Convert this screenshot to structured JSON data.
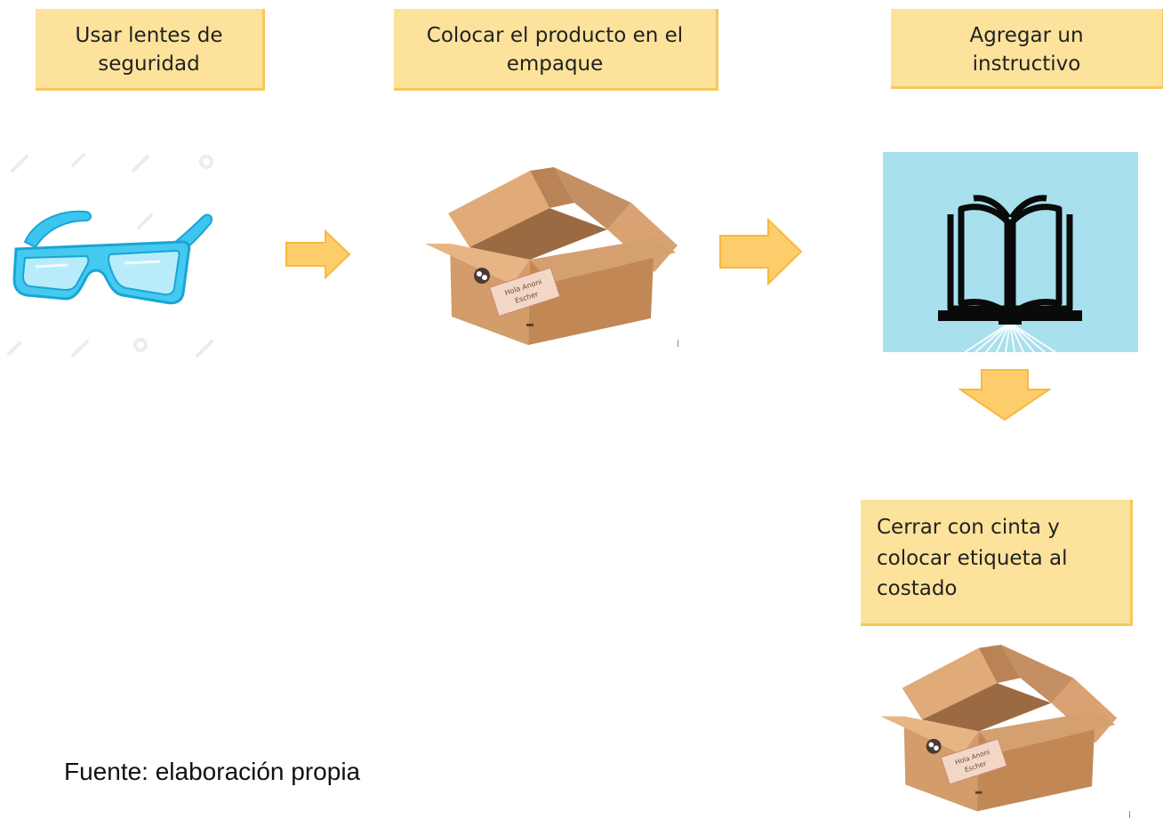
{
  "steps": [
    {
      "label_line1": "Usar lentes de",
      "label_line2": "seguridad",
      "illustration": "safety-glasses"
    },
    {
      "label_line1": "Colocar el producto en el",
      "label_line2": "empaque",
      "illustration": "cardboard-box"
    },
    {
      "label_line1": "Agregar un",
      "label_line2": "instructivo",
      "illustration": "open-book"
    },
    {
      "label_line1": "Cerrar con cinta y",
      "label_line2": "colocar etiqueta al",
      "label_line3": "costado",
      "illustration": "cardboard-box"
    }
  ],
  "box_label": {
    "line1": "Hola Anoni",
    "line2": "Escher"
  },
  "caption": "Fuente: elaboración propia",
  "colors": {
    "step_fill": "#fde29b",
    "step_border": "#f6c85a",
    "arrow": "#fccd6a",
    "book_bg": "#a8e0ee"
  }
}
